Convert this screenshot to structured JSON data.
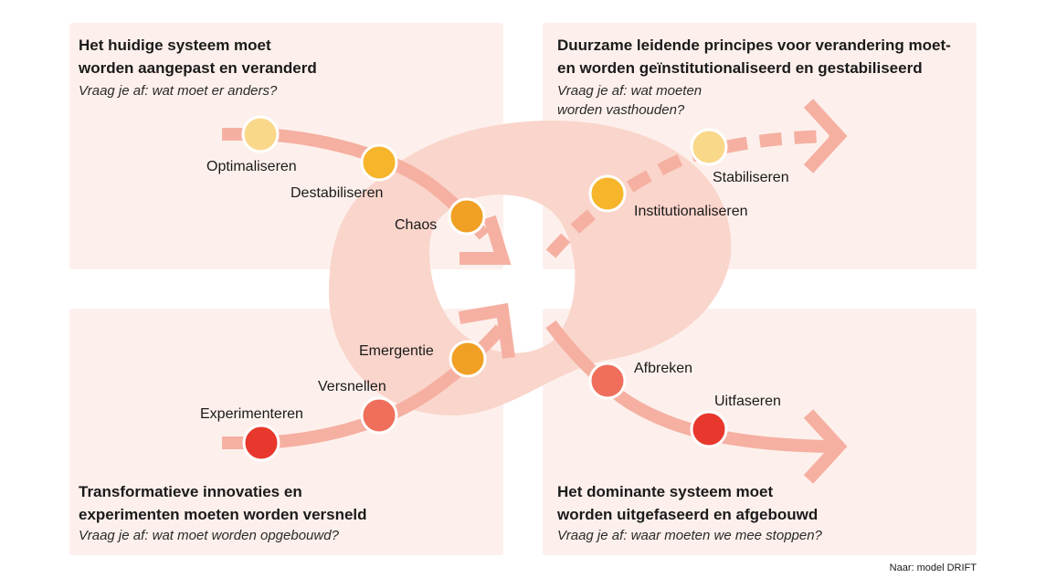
{
  "quadrants": {
    "top_left": {
      "title_line1": "Het huidige systeem moet",
      "title_line2": "worden aangepast en veranderd",
      "question": "Vraag je af: wat moet er anders?"
    },
    "top_right": {
      "title_line1": "Duurzame leidende principes voor verandering moet-",
      "title_line2": "en worden geïnstitutionaliseerd en gestabiliseerd",
      "question_line1": "Vraag je af: wat moeten",
      "question_line2": "worden vasthouden?"
    },
    "bottom_left": {
      "title_line1": "Transformatieve innovaties en",
      "title_line2": "experimenten moeten worden versneld",
      "question": "Vraag je af: wat moet worden opgebouwd?"
    },
    "bottom_right": {
      "title_line1": "Het dominante systeem moet",
      "title_line2": "worden uitgefaseerd en afgebouwd",
      "question": "Vraag je af: waar moeten we mee stoppen?"
    }
  },
  "phases": {
    "optimaliseren": "Optimaliseren",
    "destabiliseren": "Destabiliseren",
    "chaos": "Chaos",
    "institutionaliseren": "Institutionaliseren",
    "stabiliseren": "Stabiliseren",
    "experimenteren": "Experimenteren",
    "versnellen": "Versnellen",
    "emergentie": "Emergentie",
    "afbreken": "Afbreken",
    "uitfaseren": "Uitfaseren"
  },
  "source_note": "Naar: model DRIFT",
  "colors": {
    "panel": "#fdf0ec",
    "blob": "#fad5cb",
    "track": "#f5b0a2",
    "dot_light_yellow": "#fad88a",
    "dot_yellow": "#f6b52a",
    "dot_orange": "#f0a024",
    "dot_salmon": "#ef6f5c",
    "dot_red": "#e8382d"
  }
}
